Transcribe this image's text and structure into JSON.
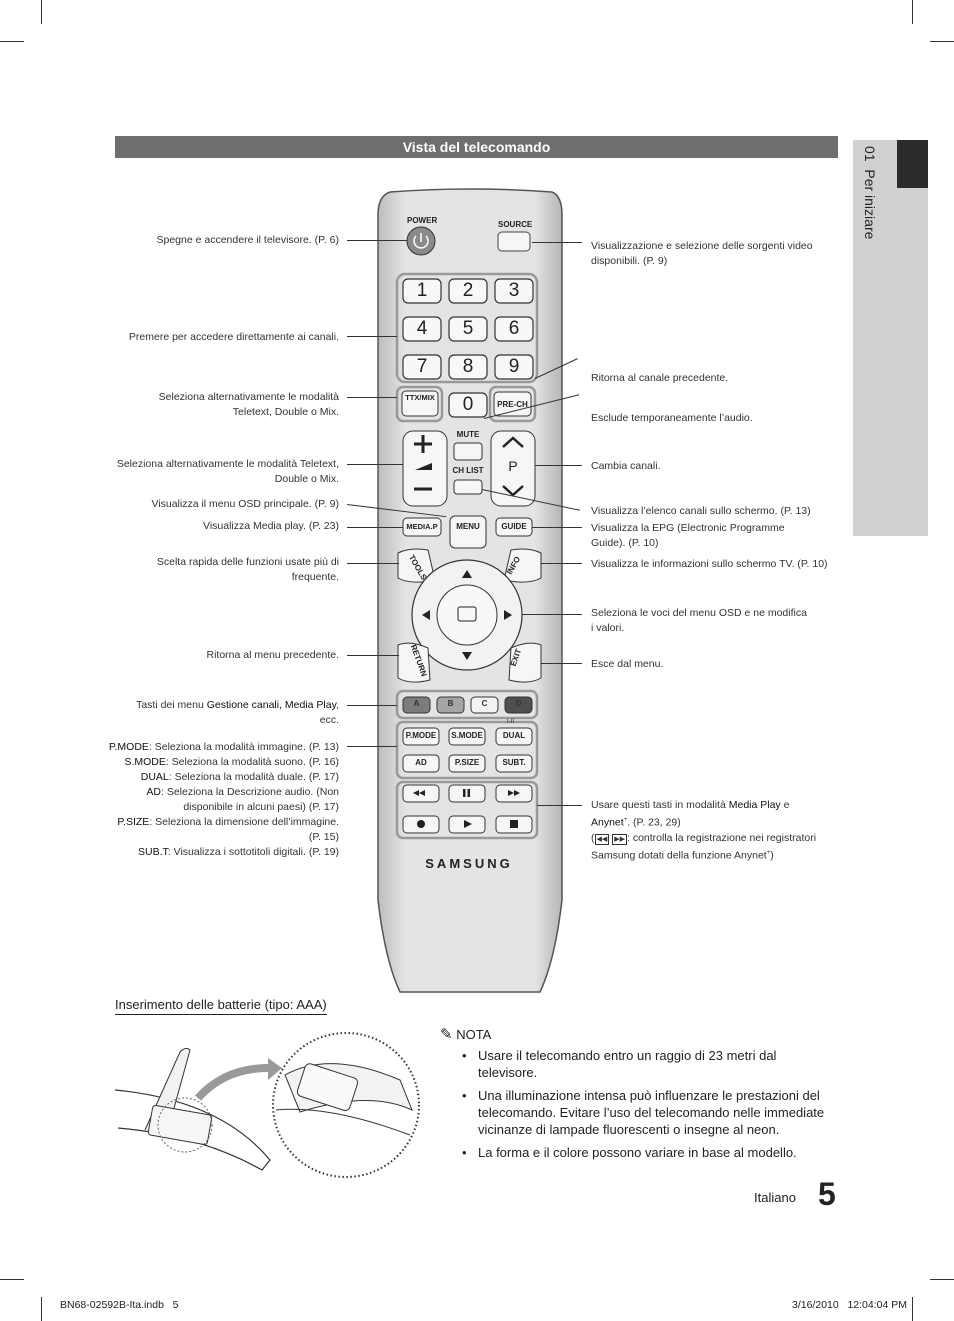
{
  "header": {
    "title": "Vista del telecomando"
  },
  "sidebar": {
    "chapter": "01",
    "chapter_title": "Per iniziare"
  },
  "remote_keys": {
    "power": "POWER",
    "source": "SOURCE",
    "n1": "1",
    "n2": "2",
    "n3": "3",
    "n4": "4",
    "n5": "5",
    "n6": "6",
    "n7": "7",
    "n8": "8",
    "n9": "9",
    "n0": "0",
    "ttx": "TTX/MIX",
    "prech": "PRE-CH",
    "mute": "MUTE",
    "p": "P",
    "chlist": "CH LIST",
    "mediap": "MEDIA.P",
    "menu": "MENU",
    "guide": "GUIDE",
    "tools": "TOOLS",
    "info": "INFO",
    "return": "RETURN",
    "exit": "EXIT",
    "a": "A",
    "b": "B",
    "c": "C",
    "d": "D",
    "pmode": "P.MODE",
    "smode": "S.MODE",
    "dual": "DUAL",
    "ad": "AD",
    "psize": "P.SIZE",
    "subt": "SUBT.",
    "dual_mark": "I-II",
    "brand": "SAMSUNG"
  },
  "labels_left": {
    "power": "Spegne e accendere il televisore. (P. 6)",
    "numbers": "Premere per accedere direttamente ai canali.",
    "ttx_l1": "Seleziona alternativamente le modalità",
    "ttx_l2": "Teletext, Double o Mix.",
    "vol_l1": "Seleziona alternativamente le modalità Teletext,",
    "vol_l2": "Double o Mix.",
    "menu": "Visualizza il menu OSD  principale. (P. 9)",
    "mediap": "Visualizza Media play. (P. 23)",
    "tools_l1": "Scelta rapida delle funzioni usate più di",
    "tools_l2": "frequente.",
    "return": "Ritorna al menu precedente.",
    "abcd_pre": "Tasti dei menu ",
    "abcd_bold": "Gestione canali, Media Play",
    "abcd_post": ",",
    "abcd_l2": "ecc.",
    "pmode_k": "P.MODE",
    "pmode_t": ": Seleziona la modalità immagine. (P. 13)",
    "smode_k": "S.MODE",
    "smode_t": ": Seleziona la modalità suono. (P. 16)",
    "dual_k": "DUAL",
    "dual_t": ": Seleziona la modalità duale. (P. 17)",
    "ad_k": "AD",
    "ad_t": ": Seleziona la Descrizione audio. (Non",
    "ad_l2": "disponibile in alcuni paesi) (P. 17)",
    "psize_k": "P.SIZE",
    "psize_t": ": Seleziona la dimensione dell’immagine.",
    "psize_l2": "(P. 15)",
    "subt_k": "SUB.T",
    "subt_t": ": Visualizza i sottotitoli digitali. (P. 19)"
  },
  "labels_right": {
    "source_l1": "Visualizzazione e selezione delle sorgenti video",
    "source_l2": "disponibili. (P. 9)",
    "prech": "Ritorna al canale precedente.",
    "mute": "Esclude temporaneamente l’audio.",
    "channel": "Cambia canali.",
    "chlist": "Visualizza l’elenco canali sullo schermo. (P. 13)",
    "guide_l1": "Visualizza la EPG (Electronic Programme",
    "guide_l2": "Guide). (P. 10)",
    "info": "Visualizza le informazioni sullo schermo TV. (P. 10)",
    "nav_l1": "Seleziona le voci del menu OSD e ne modifica",
    "nav_l2": "i valori.",
    "exit": "Esce dal menu.",
    "media_pre": "Usare questi tasti in modalità ",
    "media_bold": "Media Play",
    "media_post": " e",
    "media_l2_bold": "Anynet",
    "media_l2_sup": "+",
    "media_l2_post": ". (P. 23, 29)",
    "media_l3_pre": "(",
    "media_l3_post": ": controlla la registrazione nei registratori",
    "media_l4": "Samsung dotati della funzione Anynet",
    "media_l4_sup": "+",
    "media_l4_post": ")"
  },
  "battery": {
    "heading": "Inserimento delle batterie (tipo: AAA)"
  },
  "note": {
    "title": "NOTA",
    "items": [
      "Usare il telecomando entro un raggio di 23 metri dal televisore.",
      "Una illuminazione intensa può influenzare le prestazioni del telecomando. Evitare l’uso del telecomando nelle immediate vicinanze di lampade fluorescenti o insegne al neon.",
      "La forma e il colore possono variare in base al modello."
    ]
  },
  "footer": {
    "language": "Italiano",
    "page_number": "5",
    "file": "BN68-02592B-Ita.indb   5",
    "date": "3/16/2010   12:04:04 PM"
  },
  "colors": {
    "header_bg": "#6e6e6e",
    "sidebar_bg": "#d0d0d0",
    "sidebar_tab": "#2b2b2b"
  }
}
